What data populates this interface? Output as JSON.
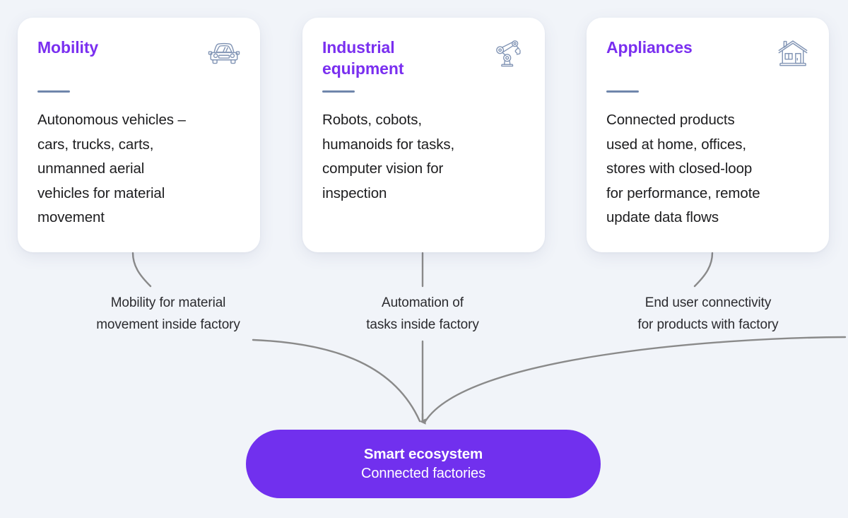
{
  "theme": {
    "background": "#f1f4f9",
    "card_background": "#ffffff",
    "accent_purple": "#7a2ff0",
    "pill_purple": "#7130ee",
    "icon_stroke": "#8295b5",
    "divider": "#6f86ab",
    "connector": "#8a8a8a",
    "body_text": "#1d1d1f"
  },
  "cards": [
    {
      "id": "mobility",
      "title": "Mobility",
      "icon": "car-icon",
      "body": "Autonomous vehicles –\ncars, trucks, carts,\nunmanned aerial\nvehicles for material\nmovement"
    },
    {
      "id": "industrial",
      "title": "Industrial\nequipment",
      "icon": "robot-arm-icon",
      "body": "Robots, cobots,\nhumanoids for tasks,\ncomputer vision for\ninspection"
    },
    {
      "id": "appliances",
      "title": "Appliances",
      "icon": "house-icon",
      "body": "Connected products\nused at home, offices,\nstores with closed-loop\nfor performance, remote\nupdate data flows"
    }
  ],
  "edge_labels": [
    {
      "id": "mobility",
      "text": "Mobility for material\nmovement inside factory"
    },
    {
      "id": "industrial",
      "text": "Automation of\ntasks inside factory"
    },
    {
      "id": "appliances",
      "text": "End user connectivity\nfor products with factory"
    }
  ],
  "outcome": {
    "title": "Smart ecosystem",
    "subtitle": "Connected factories"
  }
}
